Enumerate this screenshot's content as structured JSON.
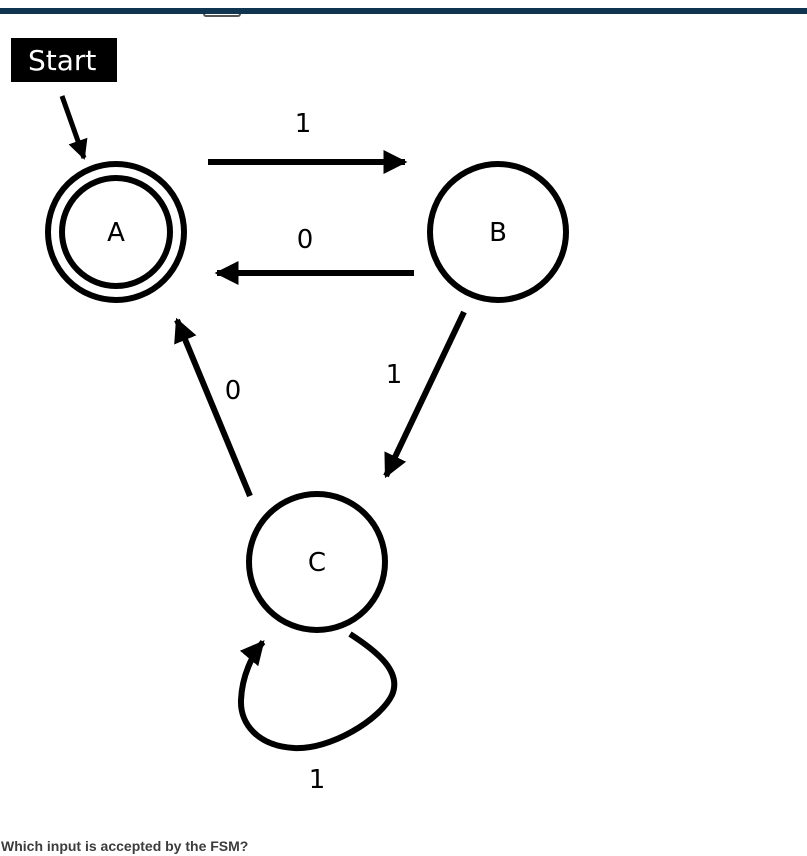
{
  "fsm": {
    "start_label": "Start",
    "states": [
      {
        "name": "A",
        "accepting": true,
        "start": true
      },
      {
        "name": "B",
        "accepting": false,
        "start": false
      },
      {
        "name": "C",
        "accepting": false,
        "start": false
      }
    ],
    "transitions": [
      {
        "from": "A",
        "to": "B",
        "symbol": "1"
      },
      {
        "from": "B",
        "to": "A",
        "symbol": "0"
      },
      {
        "from": "B",
        "to": "C",
        "symbol": "1"
      },
      {
        "from": "C",
        "to": "A",
        "symbol": "0"
      },
      {
        "from": "C",
        "to": "C",
        "symbol": "1"
      }
    ]
  },
  "question": {
    "text": "Which input is accepted by the FSM?"
  },
  "colors": {
    "header_bar": "#0f3550",
    "ink": "#000000",
    "question_text": "#3c3c3c"
  }
}
